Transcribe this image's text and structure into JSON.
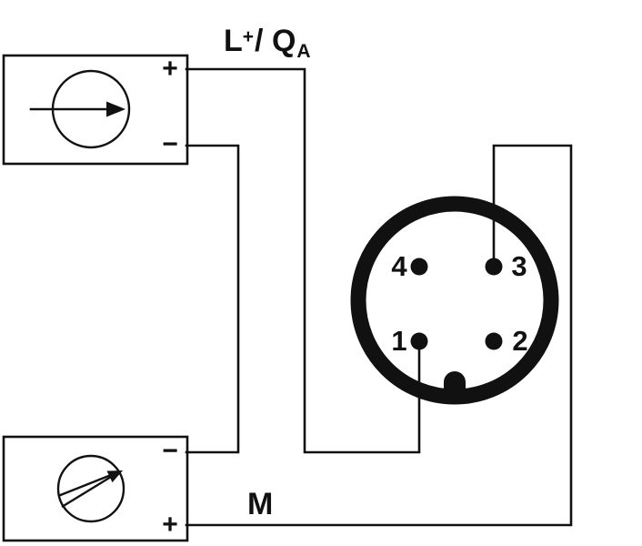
{
  "diagram": {
    "colors": {
      "ink": "#111111",
      "paper": "#ffffff"
    },
    "labels": {
      "supply_output": {
        "l": "L",
        "sup": "+",
        "slash": "/ ",
        "q": "Q",
        "sub": "A"
      },
      "ground": "M"
    },
    "source_box": {
      "top_terminal": "+",
      "bottom_terminal": "−"
    },
    "load_box": {
      "top_terminal": "−",
      "bottom_terminal": "+"
    },
    "connector": {
      "pin_labels": {
        "top_left": "4",
        "top_right": "3",
        "bottom_left": "1",
        "bottom_right": "2"
      }
    }
  }
}
